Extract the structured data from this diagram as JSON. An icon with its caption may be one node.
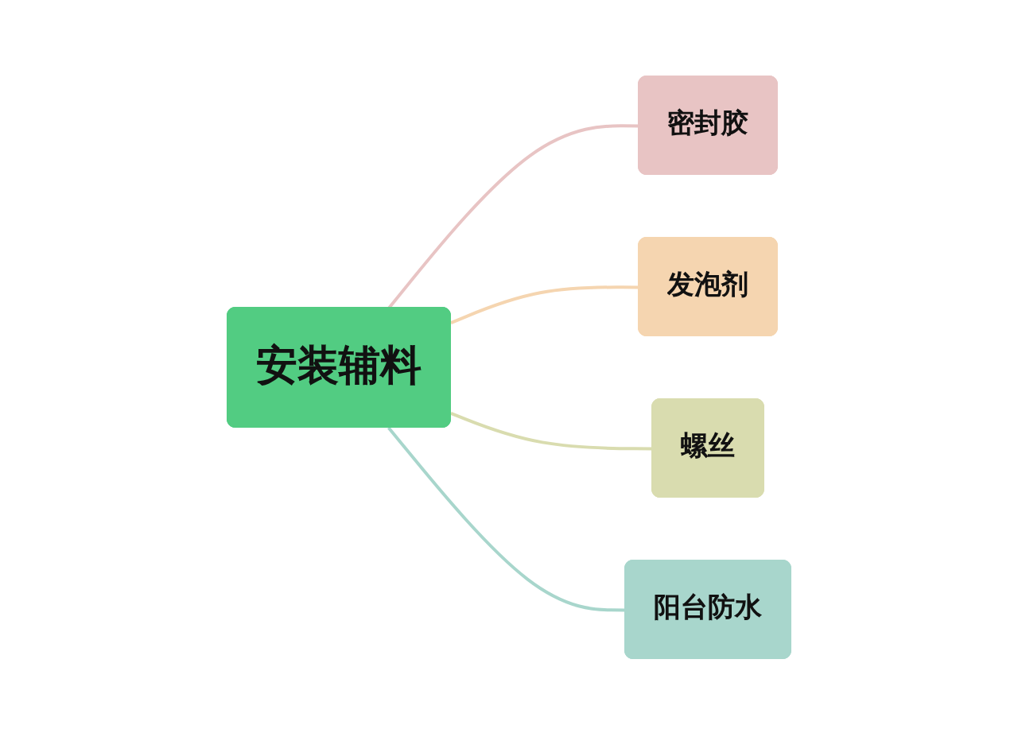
{
  "diagram": {
    "nodes": [
      {
        "text": [
          "安装辅料"
        ]
      },
      {
        "text": [
          "密封胶"
        ]
      },
      {
        "text": [
          "发泡剂"
        ]
      },
      {
        "text": [
          "螺丝"
        ]
      },
      {
        "text": [
          "阳台防水"
        ]
      }
    ],
    "edges": [
      {
        "from": 0,
        "to": 1,
        "arrow": "none",
        "color": "#e8c4c4"
      },
      {
        "from": 0,
        "to": 2,
        "arrow": "none",
        "color": "#f5d5b0"
      },
      {
        "from": 0,
        "to": 3,
        "arrow": "none",
        "color": "#d9dcaf"
      },
      {
        "from": 0,
        "to": 4,
        "arrow": "none",
        "color": "#a8d6cc"
      }
    ]
  }
}
